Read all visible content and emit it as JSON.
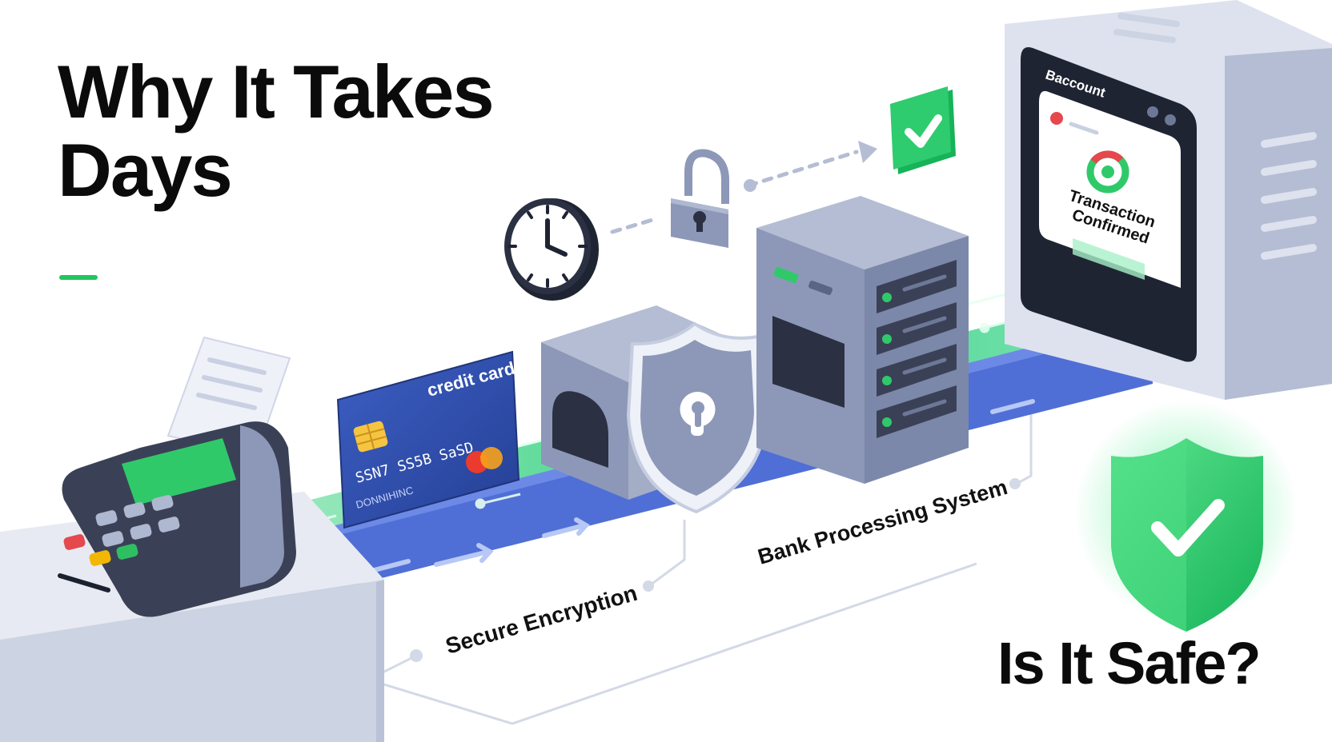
{
  "headline": {
    "title": "Why It Takes Days",
    "subtitle": "Is It Safe?"
  },
  "card": {
    "label": "credit card",
    "number": "SSN7 SS5B SaSD",
    "holder": "DONNIHINC"
  },
  "labels": {
    "encryption": "Secure Encryption",
    "bank": "Bank Processing System"
  },
  "screen": {
    "header": "Baccount",
    "status_line1": "Transaction",
    "status_line2": "Confirmed"
  },
  "icons": [
    "clock-icon",
    "padlock-icon",
    "check-badge-icon",
    "shield-lock-icon",
    "shield-check-icon",
    "mastercard-logo-icon",
    "chip-icon"
  ],
  "colors": {
    "green": "#22c55e",
    "belt_blue": "#4f6fd6",
    "card_blue": "#2f4fa8",
    "slate": "#8d98b8",
    "dark": "#2b3142"
  }
}
